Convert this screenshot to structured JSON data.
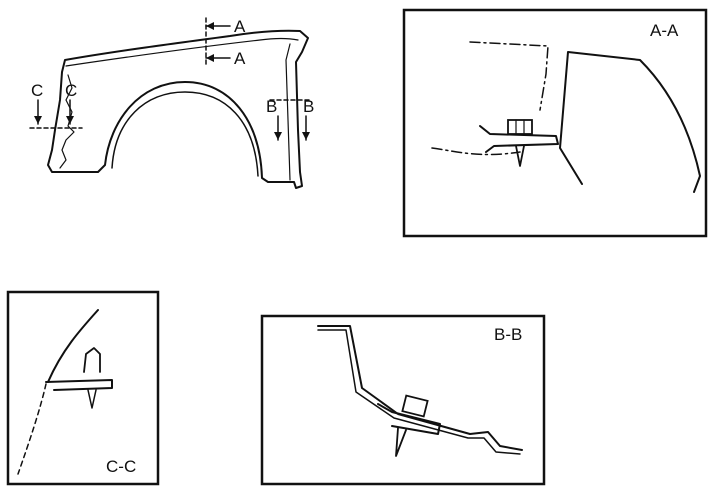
{
  "overview": {
    "section_a_upper": "A",
    "section_a_lower": "A",
    "section_b_left": "B",
    "section_b_right": "B",
    "section_c_left": "C",
    "section_c_right": "C"
  },
  "panels": {
    "aa": {
      "title": "A-A"
    },
    "cc": {
      "title": "C-C"
    },
    "bb": {
      "title": "B-B"
    }
  }
}
